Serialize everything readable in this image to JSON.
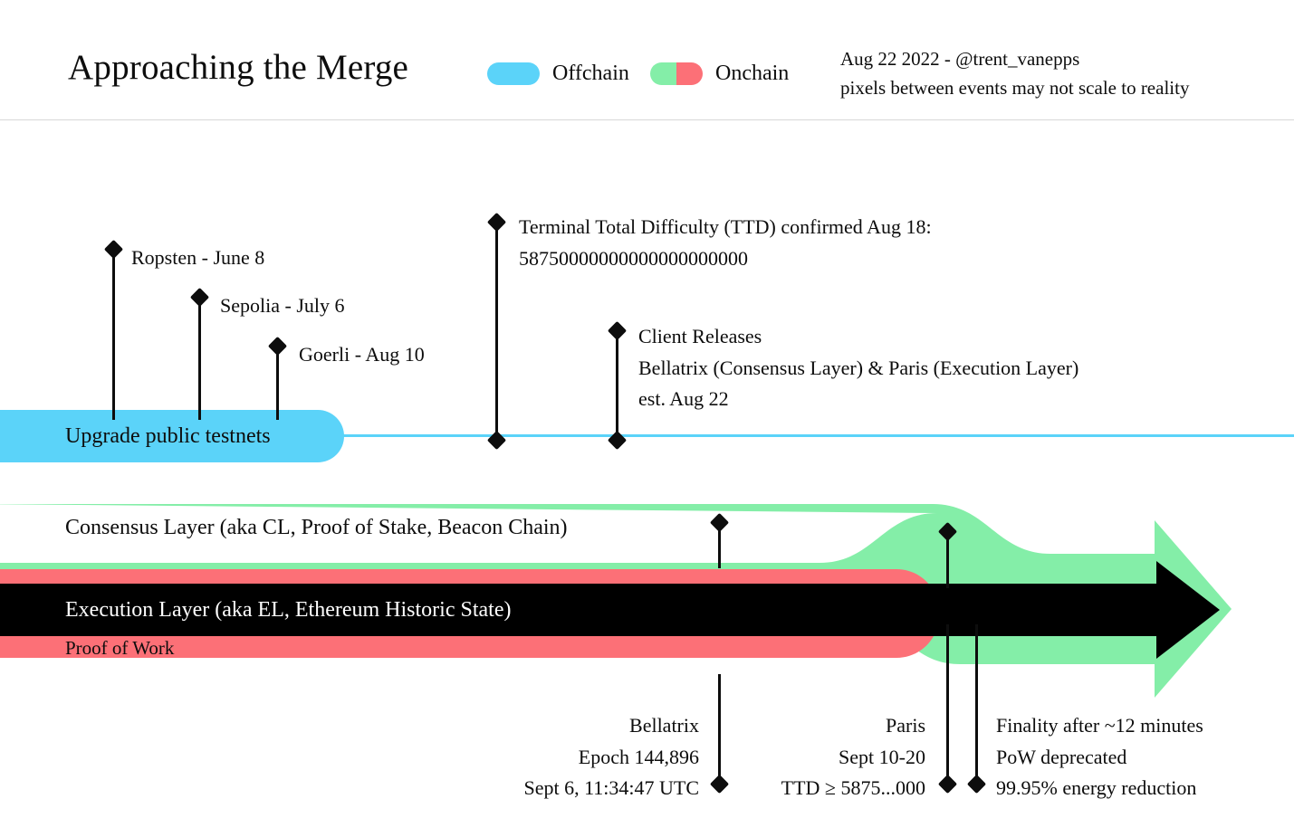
{
  "header": {
    "title": "Approaching the Merge",
    "legend": [
      {
        "name": "offchain",
        "label": "Offchain",
        "colors": [
          "#5bd3f9",
          "#5bd3f9"
        ]
      },
      {
        "name": "onchain",
        "label": "Onchain",
        "colors": [
          "#84eea8",
          "#fc7077"
        ]
      }
    ],
    "credit_line_1": "Aug 22 2022 - @trent_vanepps",
    "credit_line_2": "pixels between events may not scale to reality"
  },
  "colors": {
    "offchain_cyan": "#5bd3f9",
    "consensus_green": "#84eea8",
    "proof_of_work_red": "#fc7077",
    "execution_black": "#000000",
    "text": "#0d0d0d",
    "divider": "#d8d8d8",
    "background": "#ffffff"
  },
  "testnets": {
    "bar_label": "Upgrade public testnets",
    "events": [
      {
        "name": "ropsten",
        "label": "Ropsten - June 8"
      },
      {
        "name": "sepolia",
        "label": "Sepolia - July 6"
      },
      {
        "name": "goerli",
        "label": "Goerli - Aug 10"
      }
    ]
  },
  "offchain_events": {
    "ttd": {
      "line_1": "Terminal Total Difficulty (TTD) confirmed Aug 18:",
      "line_2": "58750000000000000000000"
    },
    "client_releases": {
      "line_1": "Client Releases",
      "line_2": "Bellatrix (Consensus Layer) & Paris (Execution Layer)",
      "line_3": "est. Aug 22"
    }
  },
  "layers": {
    "consensus": "Consensus Layer (aka CL, Proof of Stake, Beacon Chain)",
    "execution": "Execution Layer (aka EL, Ethereum Historic State)",
    "proof_of_work": "Proof of Work"
  },
  "onchain_events": {
    "bellatrix": {
      "line_1": "Bellatrix",
      "line_2": "Epoch 144,896",
      "line_3": "Sept 6, 11:34:47 UTC"
    },
    "paris": {
      "line_1": "Paris",
      "line_2": "Sept 10-20",
      "line_3": "TTD ≥ 5875...000"
    },
    "post_merge": {
      "line_1": "Finality after ~12 minutes",
      "line_2": "PoW deprecated",
      "line_3": "99.95% energy reduction"
    }
  }
}
